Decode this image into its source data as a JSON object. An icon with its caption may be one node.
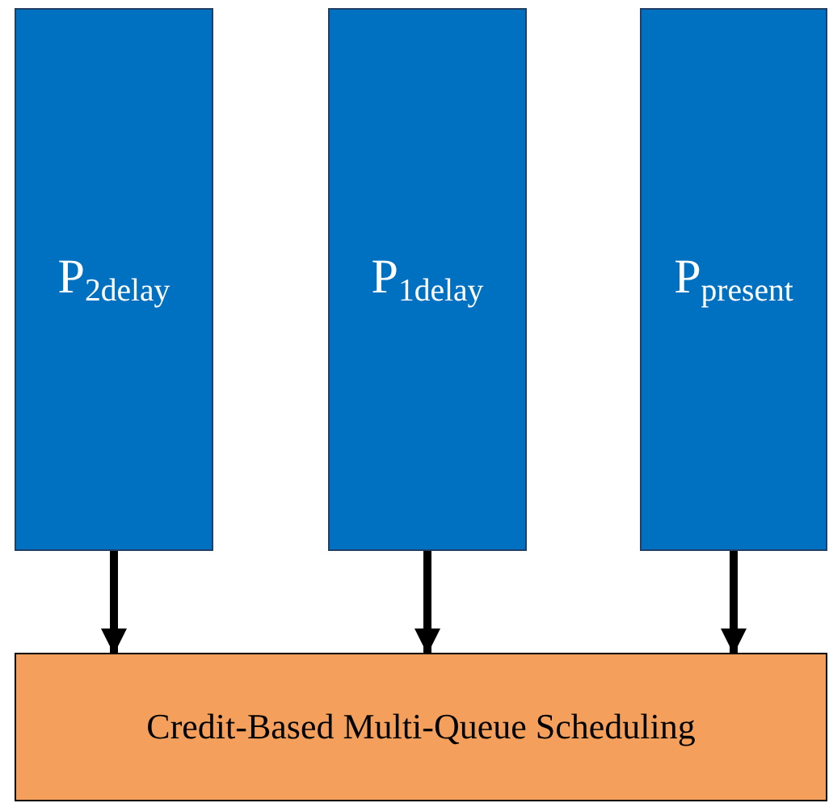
{
  "diagram": {
    "nodes": [
      {
        "text": [
          "P$_{2delay}$"
        ]
      },
      {
        "text": [
          "P$_{1delay}$"
        ]
      },
      {
        "text": [
          "P$_{present}$"
        ]
      },
      {
        "text": [
          "Credit-Based Multi-Queue Scheduling"
        ]
      }
    ],
    "edges": [
      {
        "from": 0,
        "to": 3,
        "arrow": "to"
      },
      {
        "from": 1,
        "to": 3,
        "arrow": "to"
      },
      {
        "from": 2,
        "to": 3,
        "arrow": "to"
      }
    ]
  }
}
